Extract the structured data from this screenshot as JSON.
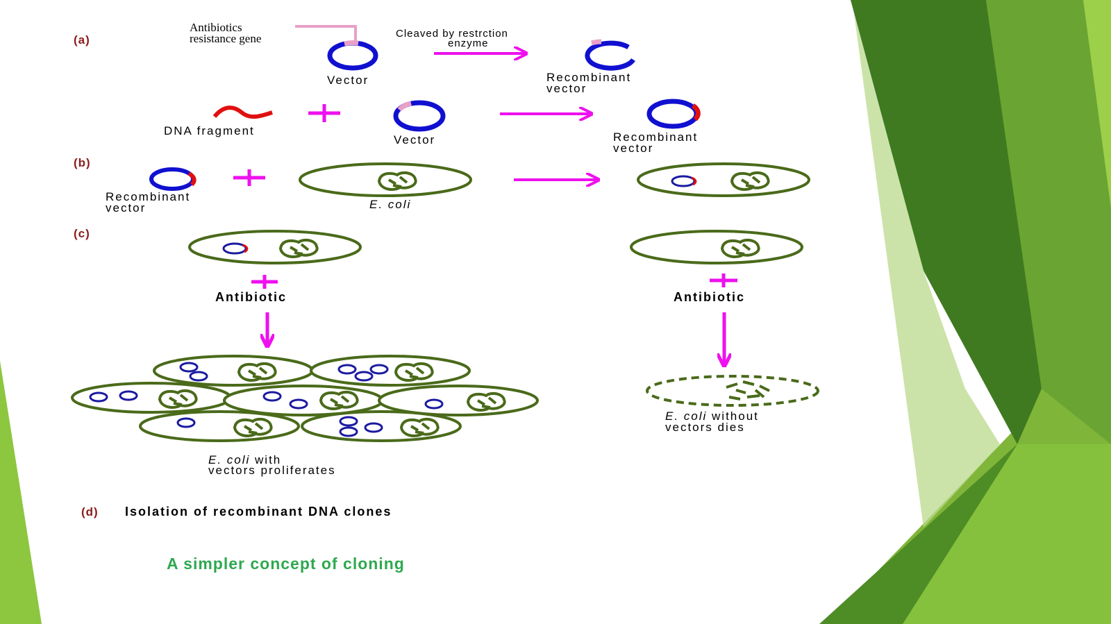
{
  "panels": {
    "a": {
      "tag": "(a)",
      "gene_label_line1": "Antibiotics",
      "gene_label_line2": "resistance gene",
      "vector_label": "Vector",
      "cleave_label_line1": "Cleaved by restrction",
      "cleave_label_line2": "enzyme",
      "recombinant_line1": "Recombinant",
      "recombinant_line2": "vector",
      "dna_fragment_label": "DNA fragment",
      "vector_label_2": "Vector",
      "recombinant2_line1": "Recombinant",
      "recombinant2_line2": "vector"
    },
    "b": {
      "tag": "(b)",
      "recombinant_line1": "Recombinant",
      "recombinant_line2": "vector",
      "ecoli_label": "E. coli"
    },
    "c": {
      "tag": "(c)",
      "antibiotic_left": "Antibiotic",
      "antibiotic_right": "Antibiotic",
      "with_italic": "E. coli",
      "with_rest": " with",
      "with_line2": "vectors proliferates",
      "without_italic": "E. coli",
      "without_rest": " without",
      "without_line2": "vectors dies"
    },
    "d": {
      "tag": "(d)",
      "text": "Isolation of recombinant DNA clones"
    }
  },
  "caption": "A simpler concept of cloning",
  "colors": {
    "plasmid": "#1010d0",
    "insert": "#e01010",
    "gene_marker": "#e8a0c8",
    "arrow": "#ee10ee",
    "cell": "#4a6a1a",
    "caption": "#2fa84f",
    "green_light": "#8dc63f",
    "green_dark": "#3d7a1f"
  }
}
